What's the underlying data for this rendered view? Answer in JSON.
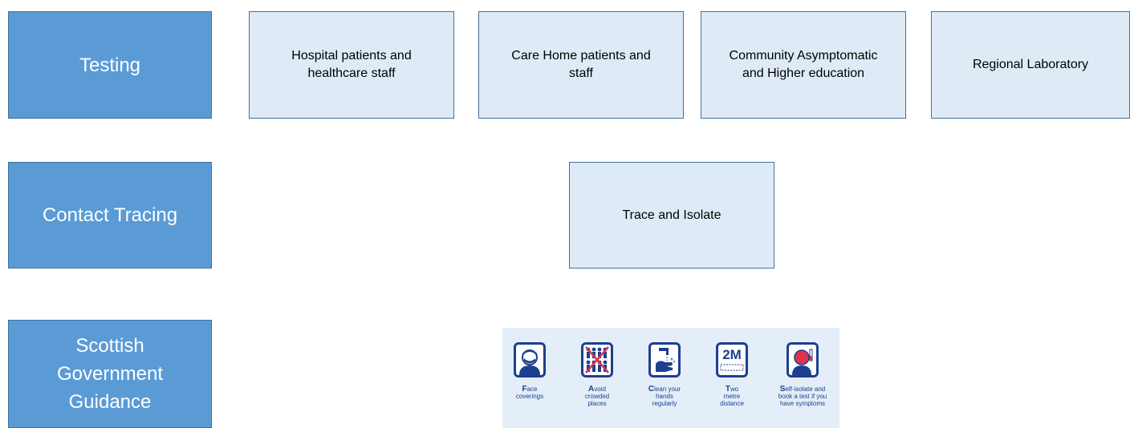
{
  "categories": {
    "testing": "Testing",
    "contact_tracing": "Contact Tracing",
    "guidance": "Scottish\nGovernment\nGuidance"
  },
  "testing_items": [
    "Hospital patients and\nhealthcare staff",
    "Care Home patients and\nstaff",
    "Community Asymptomatic\nand Higher education",
    "Regional Laboratory"
  ],
  "contact_tracing_items": [
    "Trace and Isolate"
  ],
  "guidance_items": [
    {
      "initial": "F",
      "rest": "ace\ncoverings",
      "icon": "face-mask-icon"
    },
    {
      "initial": "A",
      "rest": "void\ncrowded\nplaces",
      "icon": "crowd-icon"
    },
    {
      "initial": "C",
      "rest": "lean your\nhands\nregularly",
      "icon": "handwash-icon"
    },
    {
      "initial": "T",
      "rest": "wo\nmetre\ndistance",
      "icon": "two-metre-icon"
    },
    {
      "initial": "S",
      "rest": "elf-isolate and\nbook a test if you\nhave symptoms",
      "icon": "self-isolate-icon"
    }
  ],
  "two_metre_label": "2M",
  "colors": {
    "category_fill": "#5b9bd5",
    "item_fill": "#deebf7",
    "border": "#41719c",
    "guidance_blue": "#1d3f8f",
    "guidance_red": "#e0324b"
  }
}
